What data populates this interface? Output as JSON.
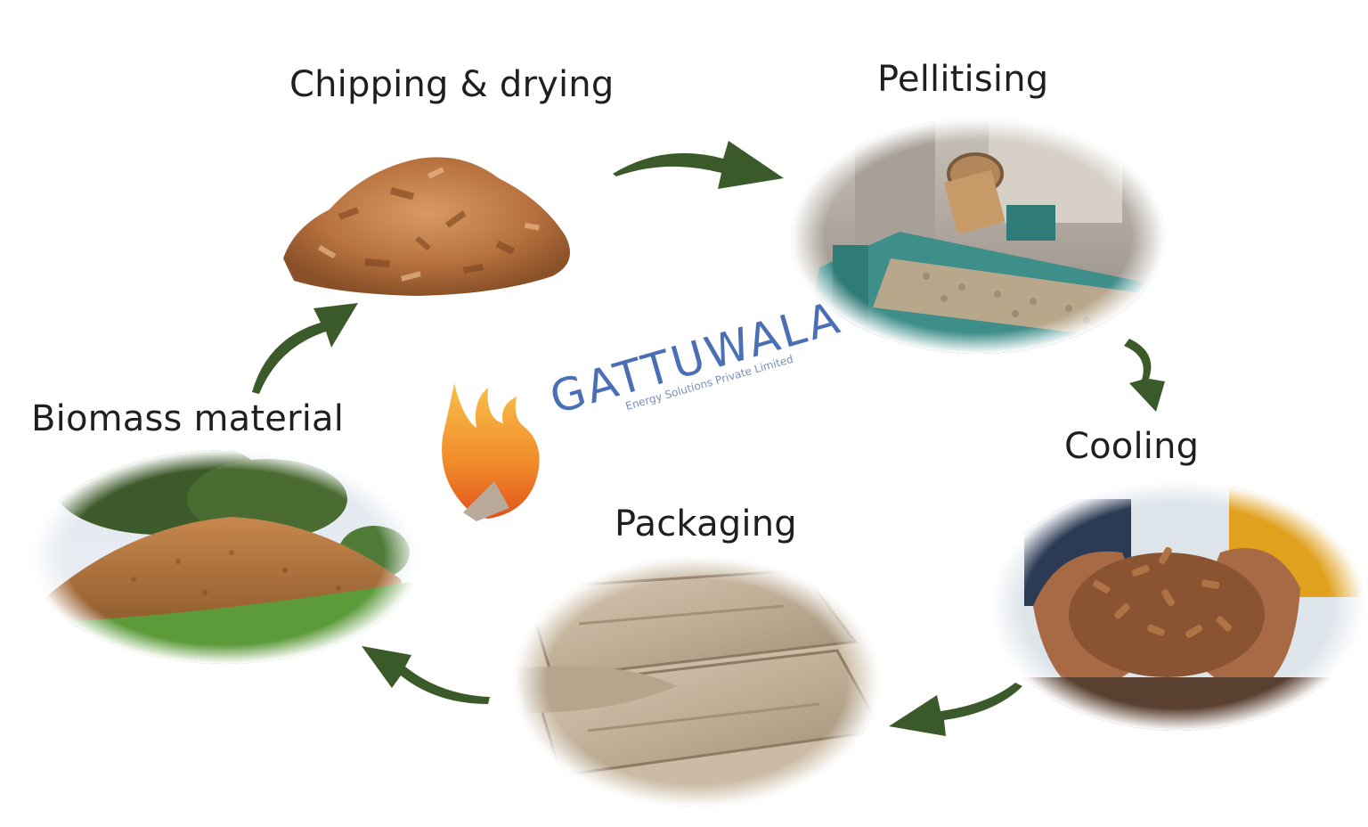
{
  "steps": {
    "chipping": "Chipping & drying",
    "pellitising": "Pellitising",
    "cooling": "Cooling",
    "packaging": "Packaging",
    "biomass": "Biomass material"
  },
  "watermark": {
    "name": "GATTUWALA",
    "tagline": "Energy Solutions Private Limited"
  },
  "colors": {
    "arrow": "#3b5a2a",
    "watermark_text": "#4a6fb5",
    "flame_outer": "#f5a623",
    "flame_inner": "#e8561c"
  }
}
